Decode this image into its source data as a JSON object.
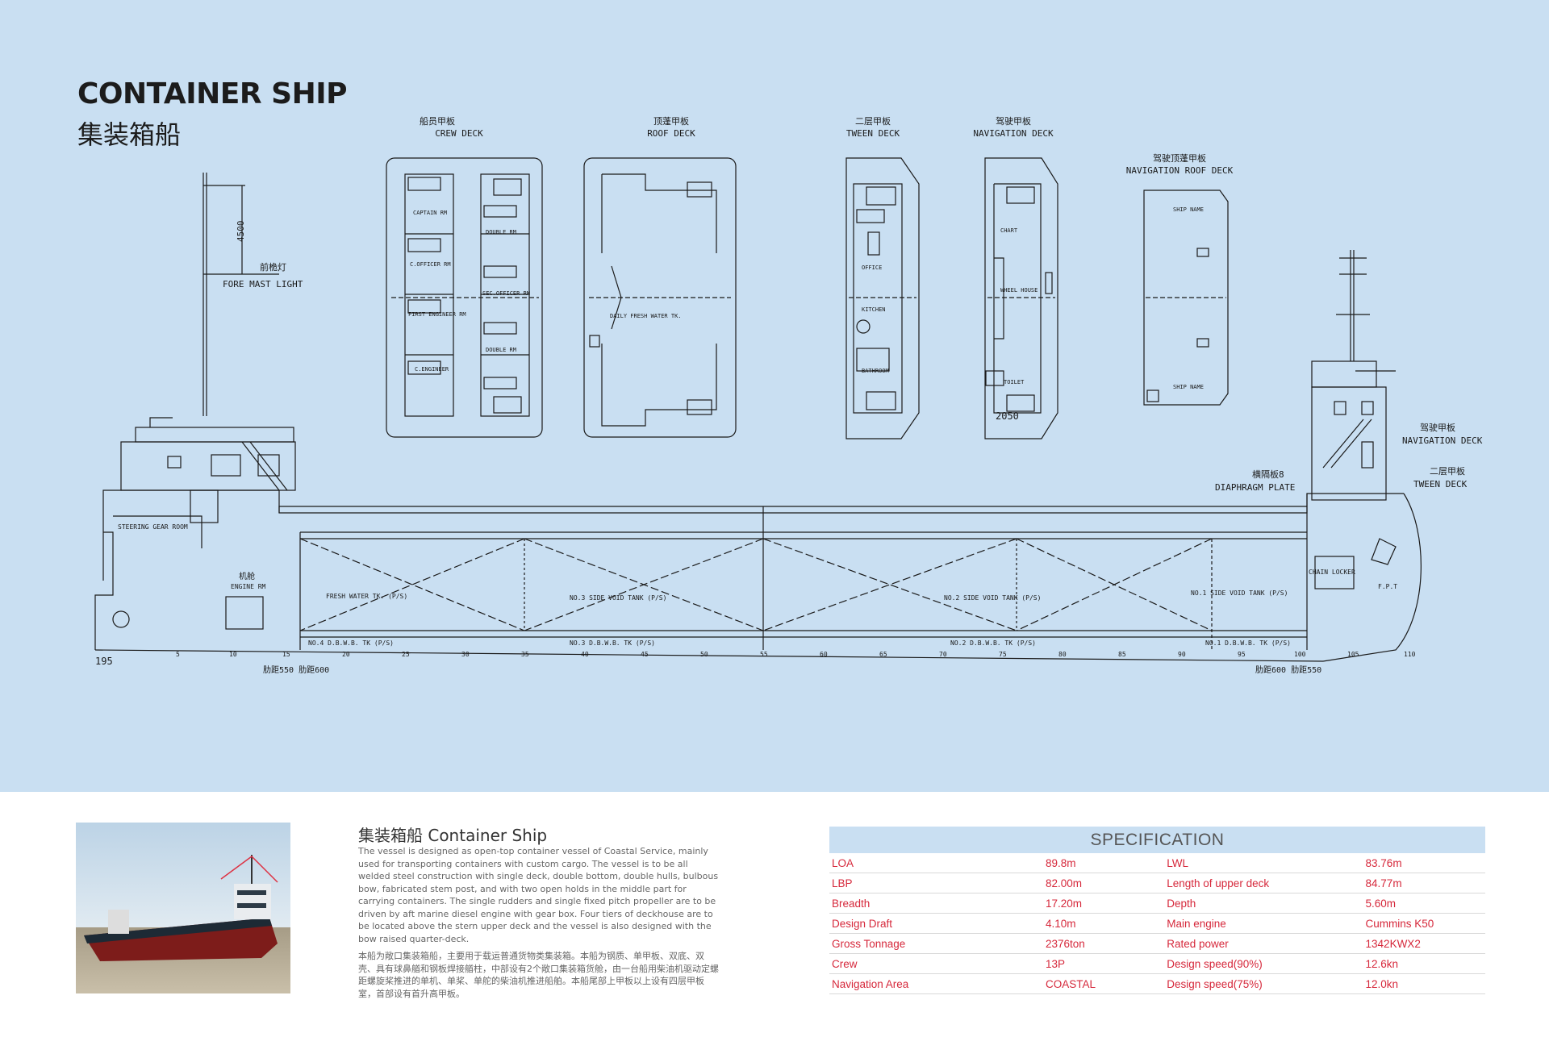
{
  "header": {
    "title_en": "CONTAINER SHIP",
    "title_cn": "集装箱船"
  },
  "drawing_labels": {
    "crew_deck_cn": "船员甲板",
    "crew_deck": "CREW DECK",
    "roof_deck_cn": "顶蓬甲板",
    "roof_deck": "ROOF DECK",
    "tween_deck_cn": "二层甲板",
    "tween_deck": "TWEEN DECK",
    "nav_deck_cn": "驾驶甲板",
    "nav_deck": "NAVIGATION DECK",
    "nav_roof_cn": "驾驶顶蓬甲板",
    "nav_roof": "NAVIGATION ROOF DECK",
    "fore_mast_cn": "前桅灯",
    "fore_mast": "FORE MAST LIGHT",
    "dim_4500": "4500",
    "diaphragm_cn": "横隔板8",
    "diaphragm": "DIAPHRAGM PLATE",
    "side_nav_cn": "驾驶甲板",
    "side_nav": "NAVIGATION DECK",
    "side_tween_cn": "二层甲板",
    "side_tween": "TWEEN DECK",
    "engine_cn": "机舱",
    "engine_rm": "ENGINE RM",
    "steering": "STEERING GEAR ROOM",
    "fresh_water": "FRESH WATER TK. (P/S)",
    "void3": "NO.3 SIDE VOID TANK (P/S)",
    "void2": "NO.2 SIDE VOID TANK (P/S)",
    "void1": "NO.1 SIDE VOID TANK (P/S)",
    "dbwb3": "NO.3 D.B.W.B. TK (P/S)",
    "dbwb2": "NO.2 D.B.W.B. TK (P/S)",
    "dbwb1": "NO.1 D.B.W.B. TK (P/S)",
    "dbwb4": "NO.4 D.B.W.B. TK (P/S)",
    "chain_locker": "CHAIN LOCKER",
    "fpt": "F.P.T",
    "rib_aft": "肋距550  肋距600",
    "rib_fwd": "肋距600 肋距550",
    "num_195": "195",
    "num_2050": "2050",
    "crew_rooms": [
      "CAPTAIN RM",
      "DOUBLE RM",
      "C.OFFICER RM",
      "SEC.OFFICER RM",
      "FIRST ENGINEER RM",
      "DOUBLE RM",
      "C.ENGINEER"
    ],
    "roof_tank": "DAILY FRESH WATER TK.",
    "tween_rooms": [
      "OFFICE",
      "KITCHEN",
      "BATHROOM"
    ],
    "nav_rooms": [
      "CHART",
      "WHEEL HOUSE",
      "TOILET"
    ],
    "ship_name": "SHIP NAME",
    "frames": [
      "5",
      "10",
      "15",
      "20",
      "25",
      "30",
      "35",
      "40",
      "45",
      "50",
      "55",
      "60",
      "65",
      "70",
      "75",
      "80",
      "85",
      "90",
      "95",
      "100",
      "105",
      "110"
    ]
  },
  "description": {
    "title": "集装箱船 Container Ship",
    "paragraph_en": "The vessel is designed as open-top container vessel of Coastal Service, mainly used for transporting containers with custom cargo. The vessel is to be all welded steel construction with single deck, double bottom, double hulls, bulbous bow, fabricated stem post, and with two open holds in the middle part for carrying containers. The single rudders and single fixed pitch propeller are to be driven by aft marine diesel engine with gear box. Four tiers of deckhouse are to be located above the stern upper deck and the vessel is also designed with the bow raised quarter-deck.",
    "paragraph_cn": "本船为敞口集装箱船，主要用于载运普通货物类集装箱。本船为钢质、单甲板、双底、双壳、具有球鼻艏和钢板焊接艏柱，中部设有2个敞口集装箱货舱，由一台船用柴油机驱动定螺距螺旋桨推进的单机、单桨、单舵的柴油机推进船舶。本船尾部上甲板以上设有四层甲板室，首部设有首升高甲板。"
  },
  "specification": {
    "title": "SPECIFICATION",
    "rows": [
      [
        "LOA",
        "89.8m",
        "LWL",
        "83.76m"
      ],
      [
        "LBP",
        "82.00m",
        "Length of upper deck",
        "84.77m"
      ],
      [
        "Breadth",
        "17.20m",
        "Depth",
        "5.60m"
      ],
      [
        "Design Draft",
        "4.10m",
        "Main engine",
        "Cummins K50"
      ],
      [
        "Gross Tonnage",
        "2376ton",
        "Rated power",
        "1342KWX2"
      ],
      [
        "Crew",
        "13P",
        "Design speed(90%)",
        "12.6kn"
      ],
      [
        "Navigation Area",
        "COASTAL",
        "Design speed(75%)",
        "12.0kn"
      ]
    ]
  },
  "colors": {
    "background_blue": "#c9dff2",
    "spec_text": "#d6283b",
    "line": "#1a1a1a"
  }
}
